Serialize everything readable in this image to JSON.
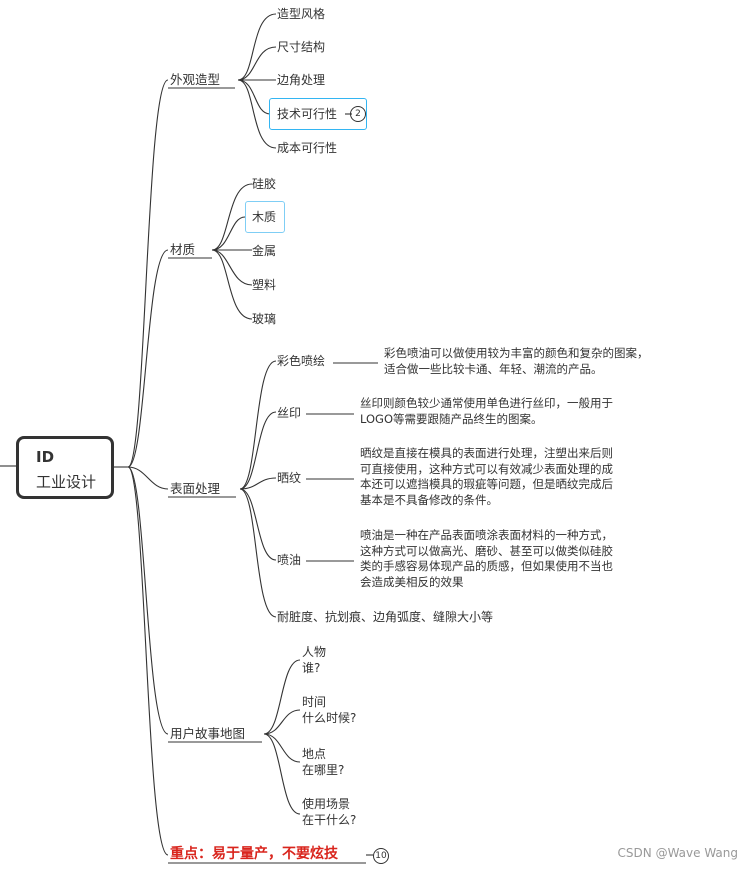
{
  "root": {
    "line1": "ID",
    "line2": "工业设计"
  },
  "branches": {
    "appearance": {
      "label": "外观造型",
      "children": [
        "造型风格",
        "尺寸结构",
        "边角处理",
        "技术可行性",
        "成本可行性"
      ],
      "collapsed_count": "2"
    },
    "material": {
      "label": "材质",
      "children": [
        "硅胶",
        "木质",
        "金属",
        "塑料",
        "玻璃"
      ]
    },
    "surface": {
      "label": "表面处理",
      "items": [
        {
          "label": "彩色喷绘",
          "desc": "彩色喷油可以做使用较为丰富的颜色和复杂的图案，适合做一些比较卡通、年轻、潮流的产品。"
        },
        {
          "label": "丝印",
          "desc": "丝印则颜色较少通常使用单色进行丝印，一般用于LOGO等需要跟随产品终生的图案。"
        },
        {
          "label": "晒纹",
          "desc": "晒纹是直接在模具的表面进行处理，注塑出来后则可直接使用，这种方式可以有效减少表面处理的成本还可以遮挡模具的瑕疵等问题，但是晒纹完成后基本是不具备修改的条件。"
        },
        {
          "label": "喷油",
          "desc": "喷油是一种在产品表面喷涂表面材料的一种方式，这种方式可以做高光、磨砂、甚至可以做类似硅胶类的手感容易体现产品的质感，但如果使用不当也会造成美相反的效果"
        }
      ],
      "extra": "耐脏度、抗划痕、边角弧度、缝隙大小等"
    },
    "story": {
      "label": "用户故事地图",
      "children": [
        {
          "l1": "人物",
          "l2": "谁?"
        },
        {
          "l1": "时间",
          "l2": "什么时候?"
        },
        {
          "l1": "地点",
          "l2": "在哪里?"
        },
        {
          "l1": "使用场景",
          "l2": "在干什么?"
        }
      ]
    },
    "key": {
      "label": "重点：易于量产，不要炫技",
      "collapsed_count": "10"
    }
  },
  "watermark": "CSDN @Wave Wang",
  "colors": {
    "line": "#333333",
    "selection": "#33b5f2",
    "key_text": "#d9251d",
    "watermark": "#999999"
  }
}
